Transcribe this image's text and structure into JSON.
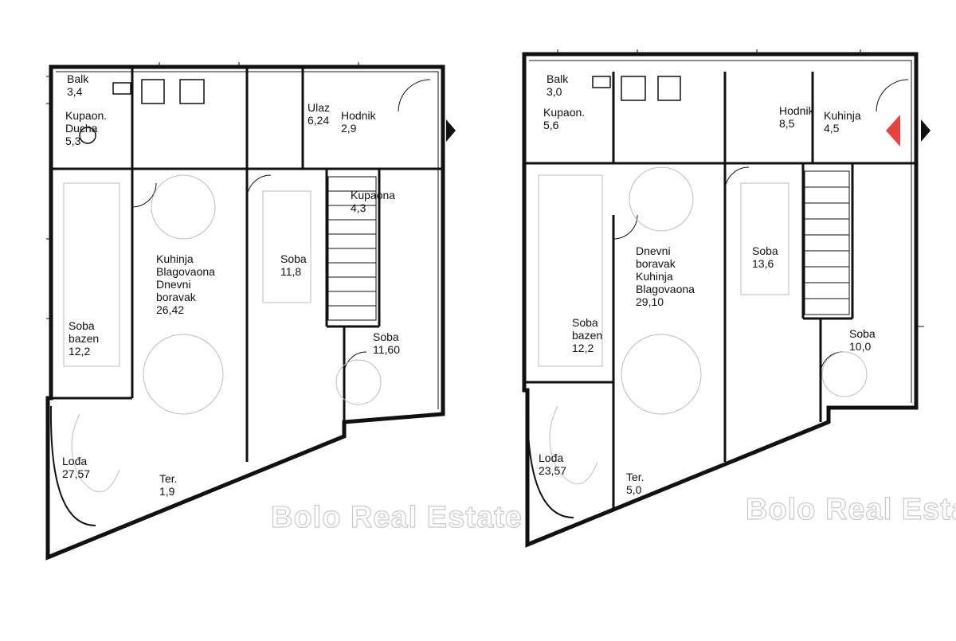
{
  "plan_left": {
    "rooms": [
      {
        "id": "balkon",
        "lines": [
          "Balk",
          "3,4"
        ]
      },
      {
        "id": "kupaonica",
        "lines": [
          "Kupaon.",
          "Ducha",
          "5,3"
        ]
      },
      {
        "id": "ulaz",
        "lines": [
          "Ulaz",
          "6,24"
        ]
      },
      {
        "id": "hodnik",
        "lines": [
          "Hodnik",
          "2,9"
        ]
      },
      {
        "id": "kuhinja",
        "lines": [
          "Kuhinja",
          "Blagovaona",
          "Dnevni",
          "boravak",
          "26,42"
        ]
      },
      {
        "id": "soba1",
        "lines": [
          "Soba",
          "11,8"
        ]
      },
      {
        "id": "soba2",
        "lines": [
          "Soba",
          "bazen",
          "12,2"
        ]
      },
      {
        "id": "soba3",
        "lines": [
          "Soba",
          "11,60"
        ]
      },
      {
        "id": "kupaona2",
        "lines": [
          "Kupaona",
          "4,3"
        ]
      },
      {
        "id": "lodja",
        "lines": [
          "Lođa",
          "27,57"
        ]
      },
      {
        "id": "terasa",
        "lines": [
          "Ter.",
          "1,9"
        ]
      }
    ],
    "watermark": "Bolo Real Estate"
  },
  "plan_right": {
    "rooms": [
      {
        "id": "balkon",
        "lines": [
          "Balk",
          "3,0"
        ]
      },
      {
        "id": "kupaonica",
        "lines": [
          "Kupaon.",
          "5,6"
        ]
      },
      {
        "id": "hodnik",
        "lines": [
          "Hodnik",
          "8,5"
        ]
      },
      {
        "id": "ulaz",
        "lines": [
          "Kuhinja",
          "4,5"
        ]
      },
      {
        "id": "dnevni",
        "lines": [
          "Dnevni",
          "boravak",
          "Kuhinja",
          "Blagovaona",
          "29,10"
        ]
      },
      {
        "id": "soba1",
        "lines": [
          "Soba",
          "13,6"
        ]
      },
      {
        "id": "soba2",
        "lines": [
          "Soba",
          "bazen",
          "12,2"
        ]
      },
      {
        "id": "soba3",
        "lines": [
          "Soba",
          "10,0"
        ]
      },
      {
        "id": "lodja",
        "lines": [
          "Lođa",
          "23,57"
        ]
      },
      {
        "id": "terasa",
        "lines": [
          "Ter.",
          "5,0"
        ]
      }
    ],
    "watermark": "Bolo Real Estate"
  },
  "colors": {
    "wall": "#111111",
    "accent": "#e8423f",
    "watermark": "#c9c9c9"
  },
  "icons": [
    "north-arrow-icon",
    "stairs-icon",
    "door-swing-icon",
    "furniture-icon"
  ]
}
